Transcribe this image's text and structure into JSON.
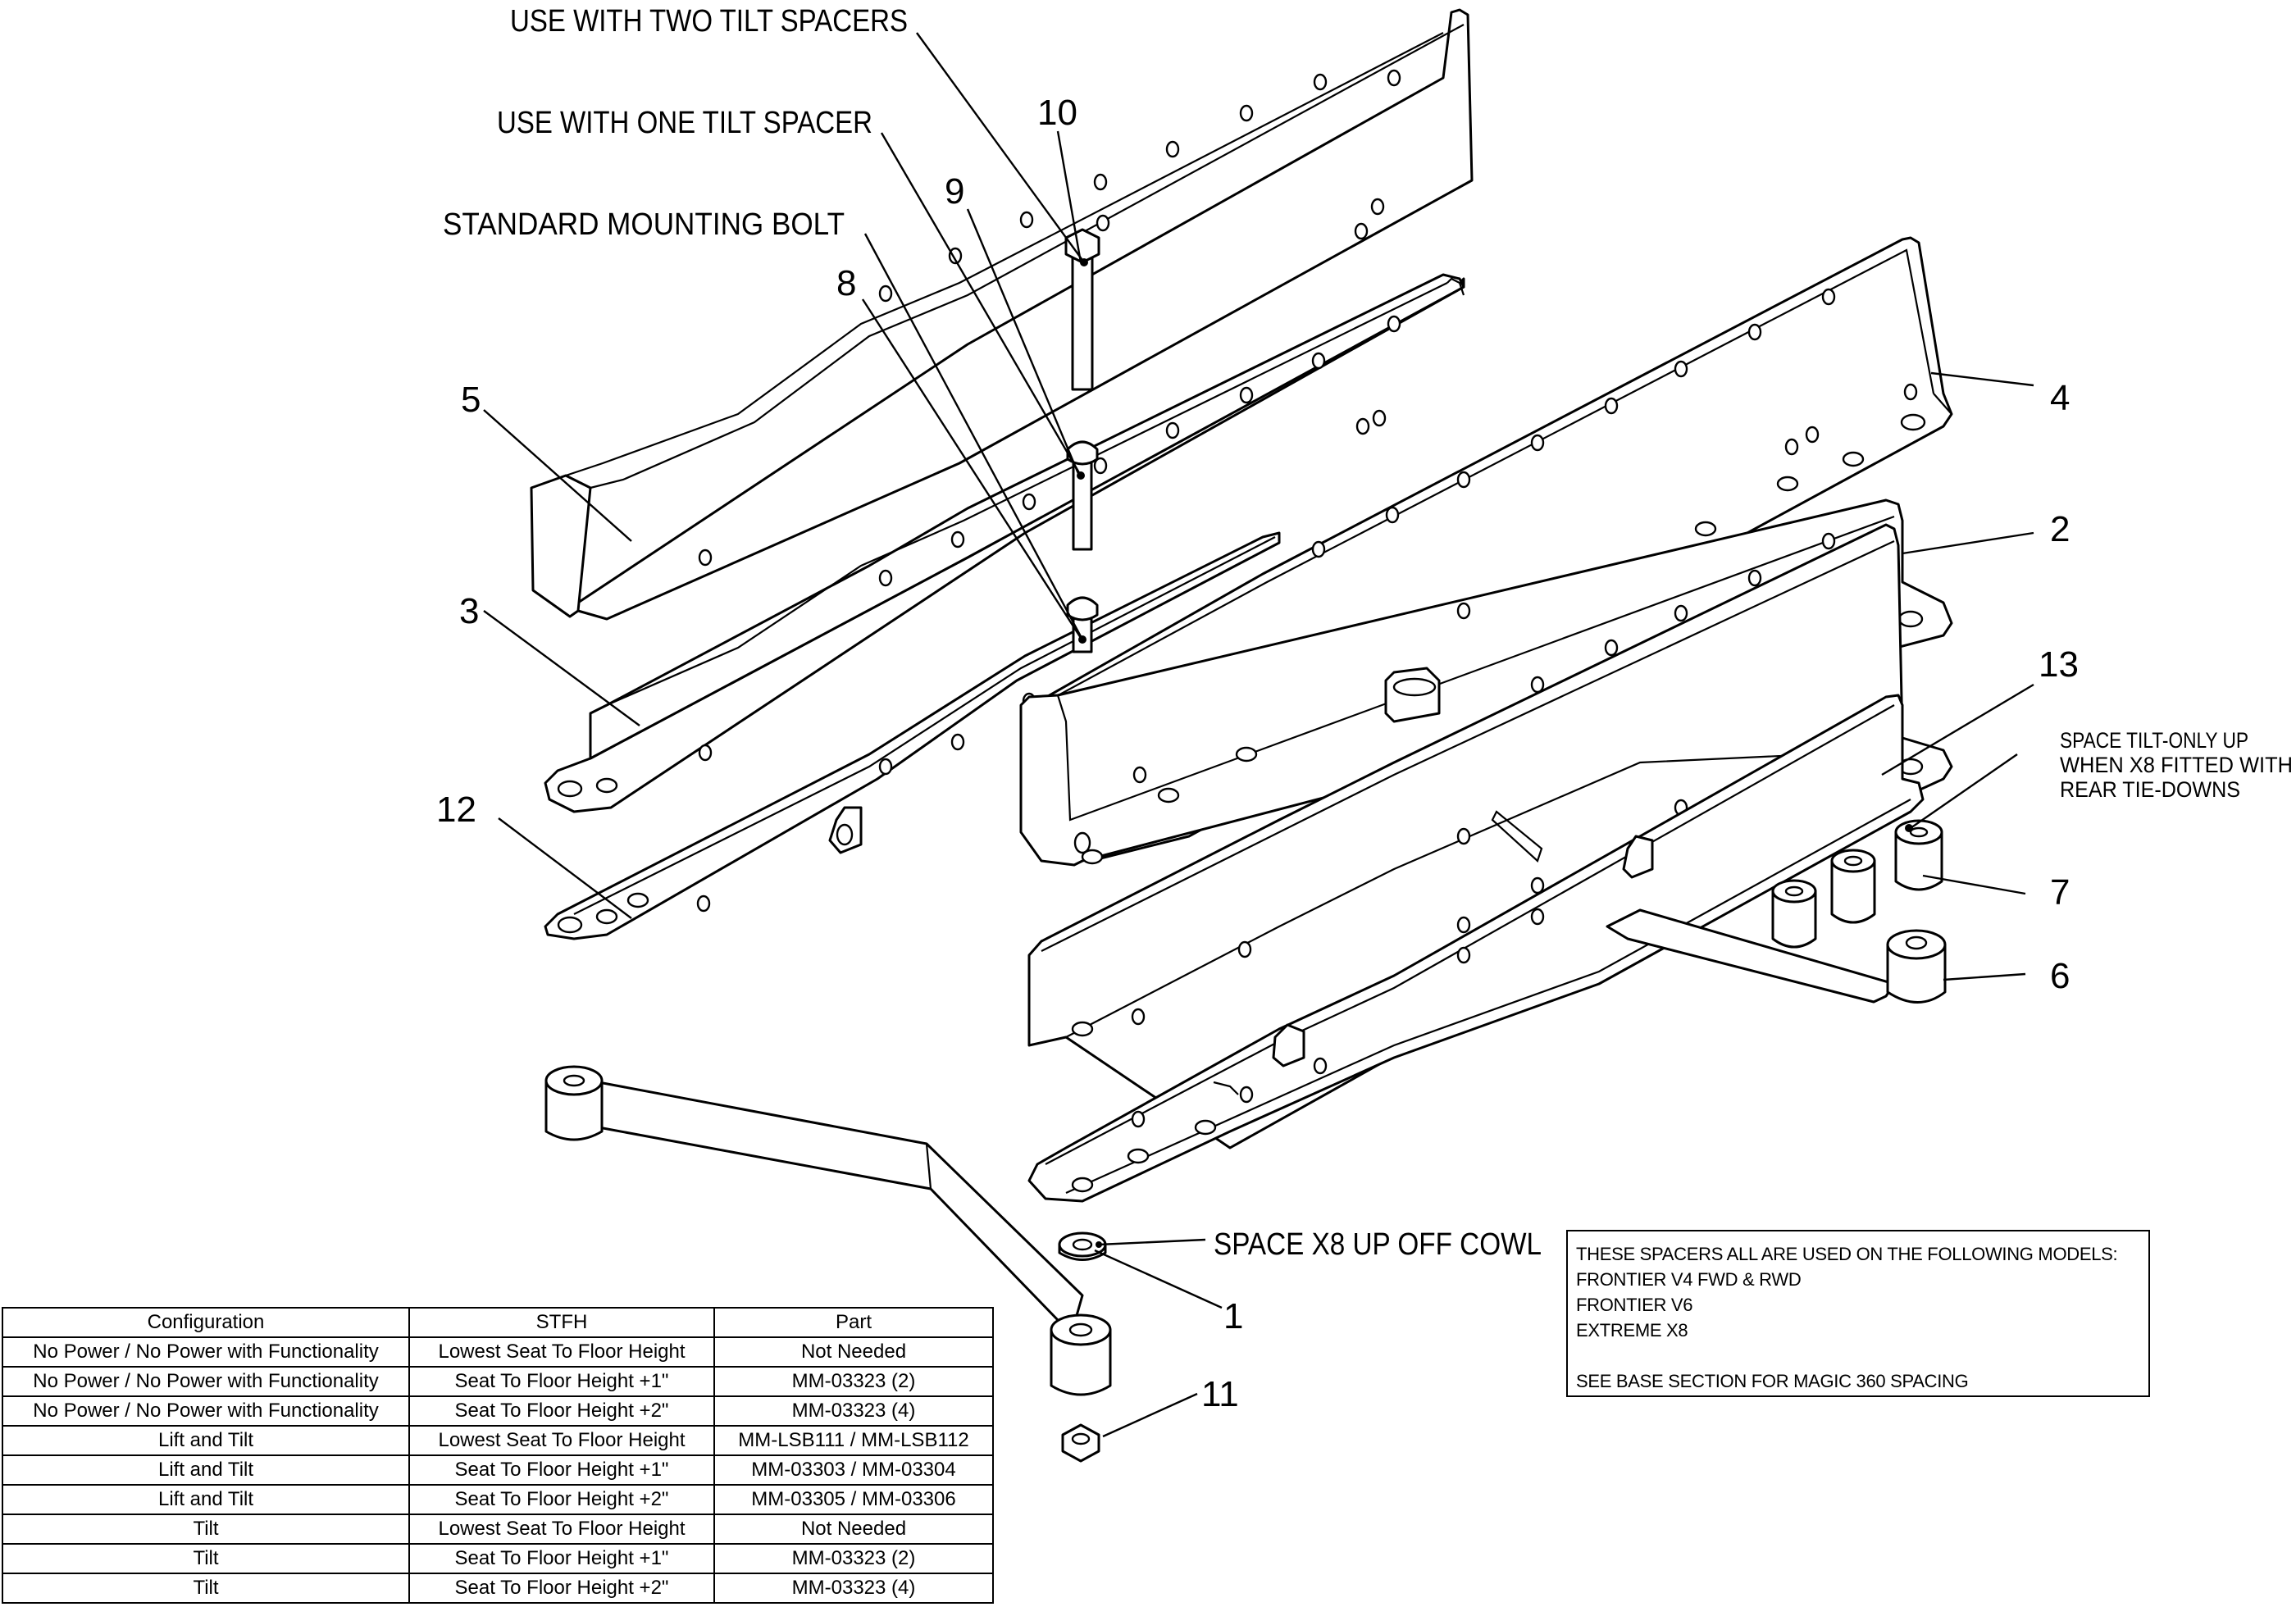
{
  "callouts": {
    "n1": "1",
    "n2": "2",
    "n3": "3",
    "n4": "4",
    "n5": "5",
    "n6": "6",
    "n7": "7",
    "n8": "8",
    "n9": "9",
    "n10": "10",
    "n11": "11",
    "n12": "12",
    "n13": "13"
  },
  "labels": {
    "two_tilt_spacers": "USE WITH TWO TILT SPACERS",
    "one_tilt_spacer": "USE WITH ONE TILT SPACER",
    "standard_bolt": "STANDARD MOUNTING BOLT",
    "space_x8": "SPACE X8 UP OFF COWL",
    "space_tilt_line1": "SPACE TILT-ONLY UP",
    "space_tilt_line2": "WHEN X8 FITTED WITH",
    "space_tilt_line3": "REAR TIE-DOWNS"
  },
  "note": {
    "line1": "THESE SPACERS ALL ARE USED ON THE FOLLOWING MODELS:",
    "line2": "FRONTIER V4 FWD & RWD",
    "line3": "FRONTIER V6",
    "line4": "EXTREME X8",
    "line5": "SEE BASE SECTION FOR MAGIC 360 SPACING"
  },
  "table": {
    "headers": [
      "Configuration",
      "STFH",
      "Part"
    ],
    "rows": [
      [
        "No Power / No Power with Functionality",
        "Lowest Seat To Floor Height",
        "Not Needed"
      ],
      [
        "No Power / No Power with Functionality",
        "Seat To Floor Height +1\"",
        "MM-03323 (2)"
      ],
      [
        "No Power / No Power with Functionality",
        "Seat To Floor Height +2\"",
        "MM-03323 (4)"
      ],
      [
        "Lift and Tilt",
        "Lowest Seat To Floor Height",
        "MM-LSB111 / MM-LSB112"
      ],
      [
        "Lift and Tilt",
        "Seat To Floor Height +1\"",
        "MM-03303 / MM-03304"
      ],
      [
        "Lift and Tilt",
        "Seat To Floor Height +2\"",
        "MM-03305 / MM-03306"
      ],
      [
        "Tilt",
        "Lowest Seat To Floor Height",
        "Not Needed"
      ],
      [
        "Tilt",
        "Seat To Floor Height +1\"",
        "MM-03323 (2)"
      ],
      [
        "Tilt",
        "Seat To Floor Height +2\"",
        "MM-03323 (4)"
      ]
    ]
  }
}
